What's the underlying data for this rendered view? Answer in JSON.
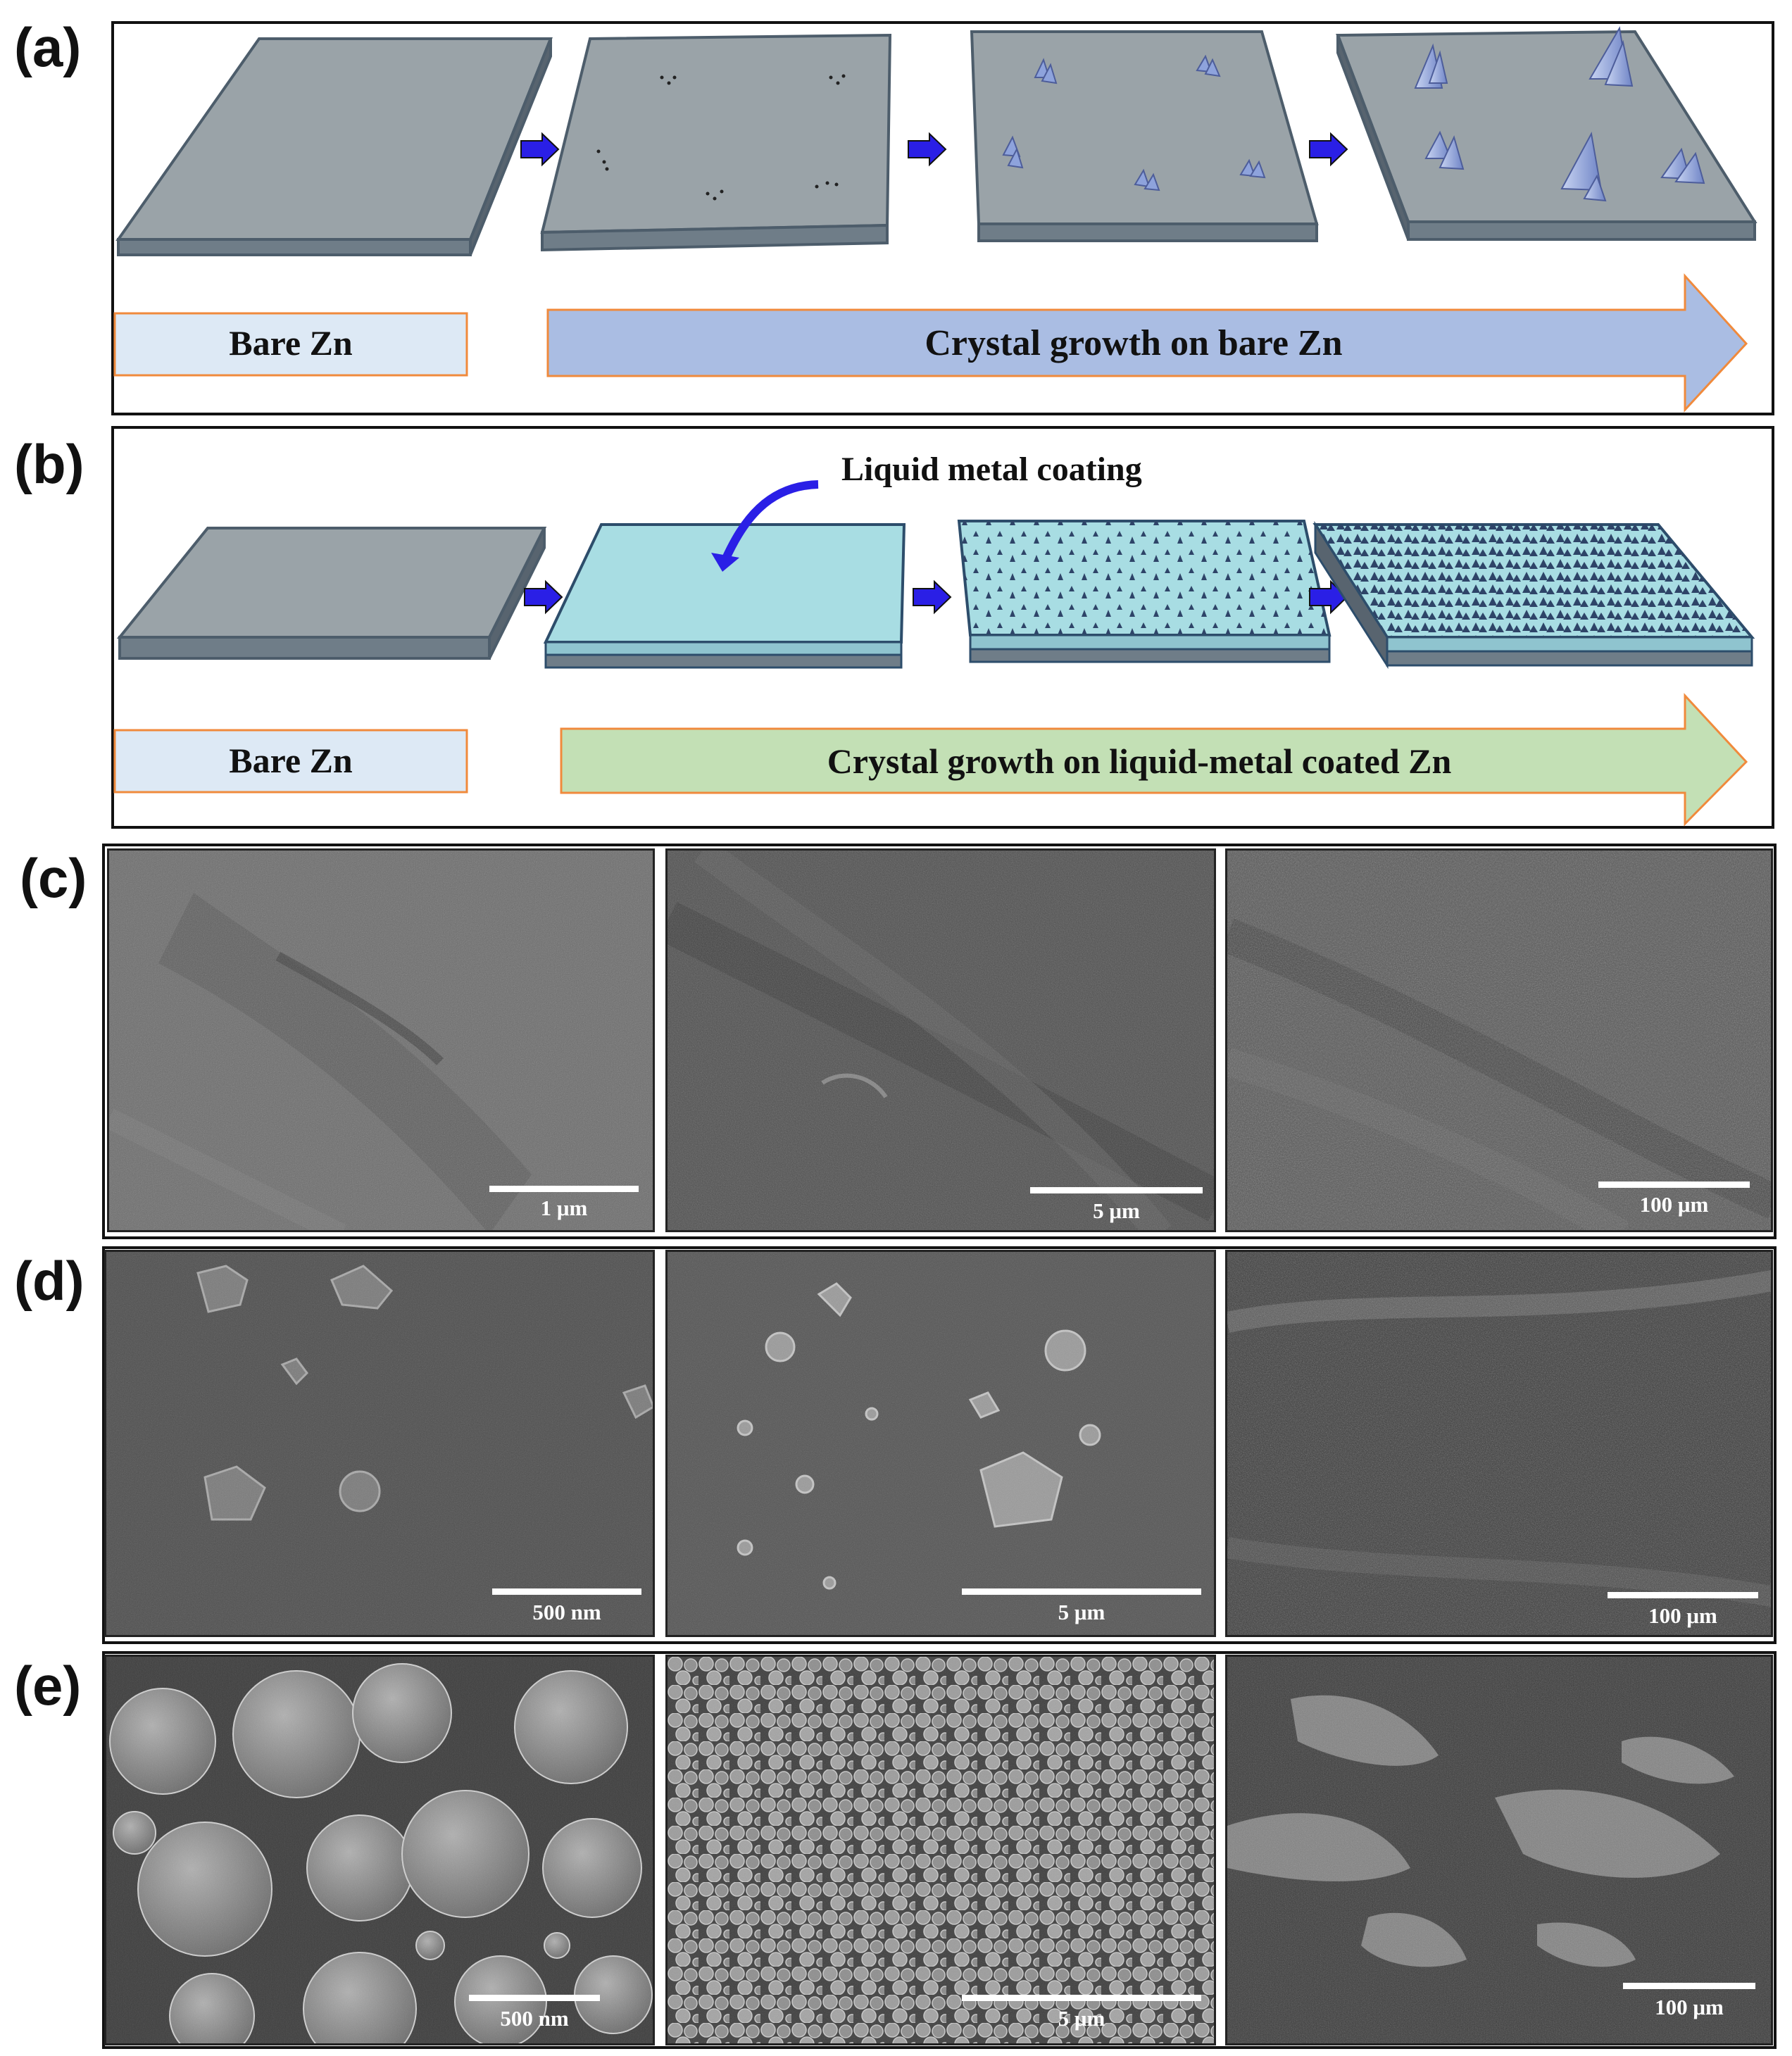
{
  "figure": {
    "panel_labels": [
      "(a)",
      "(b)",
      "(c)",
      "(d)",
      "(e)"
    ],
    "panel_a": {
      "left_caption": "Bare Zn",
      "right_caption": "Crystal growth on bare Zn"
    },
    "panel_b": {
      "annotation": "Liquid metal coating",
      "left_caption": "Bare Zn",
      "right_caption": "Crystal growth on liquid-metal coated Zn"
    },
    "sem_rows": [
      {
        "id": "c",
        "scale_labels": [
          "1 μm",
          "5 μm",
          "100 μm"
        ]
      },
      {
        "id": "d",
        "scale_labels": [
          "500 nm",
          "5 μm",
          "100 μm"
        ]
      },
      {
        "id": "e",
        "scale_labels": [
          "500 nm",
          "5 μm",
          "100 μm"
        ]
      }
    ],
    "colors": {
      "zn_top": "#9aa3a8",
      "zn_edge": "#4d5d6b",
      "crystal": "#8ea3dc",
      "coating": "#a8dde3",
      "arrow": "#2a1fe6",
      "caption_bare": "#dde9f5",
      "caption_bare_border": "#f08a3c",
      "arrow_band_a": "#aabde3",
      "arrow_band_b": "#c3e0b5"
    }
  }
}
